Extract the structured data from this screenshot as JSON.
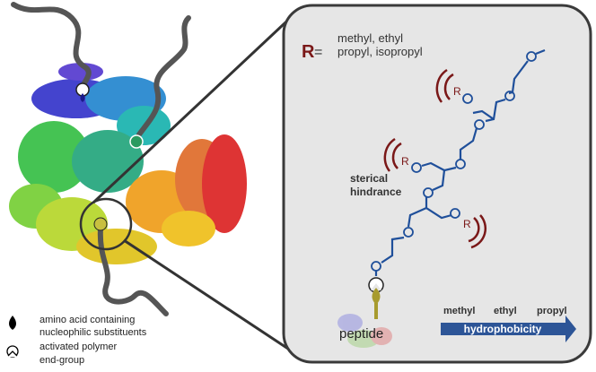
{
  "r_definition": {
    "symbol": "R",
    "equals": "=",
    "line1": "methyl, ethyl",
    "line2": "propyl, isopropyl"
  },
  "chain": {
    "oxygen": "O",
    "r_group": "R"
  },
  "sterical": {
    "line1": "sterical",
    "line2": "hindrance"
  },
  "peptide_label": "peptide",
  "scale": {
    "labels": [
      "methyl",
      "ethyl",
      "propyl"
    ],
    "arrow_label": "hydrophobicity"
  },
  "legend": [
    {
      "icon": "drop-icon",
      "line1": "amino acid containing",
      "line2": "nucleophilic substituents"
    },
    {
      "icon": "pacman-icon",
      "line1": "activated polymer",
      "line2": "end-group"
    }
  ],
  "colors": {
    "r_red": "#7a1818",
    "chain_blue": "#1f4f9a",
    "arrow_blue": "#2d5597",
    "olive": "#a79b2e",
    "panel": "#e6e6e6"
  }
}
